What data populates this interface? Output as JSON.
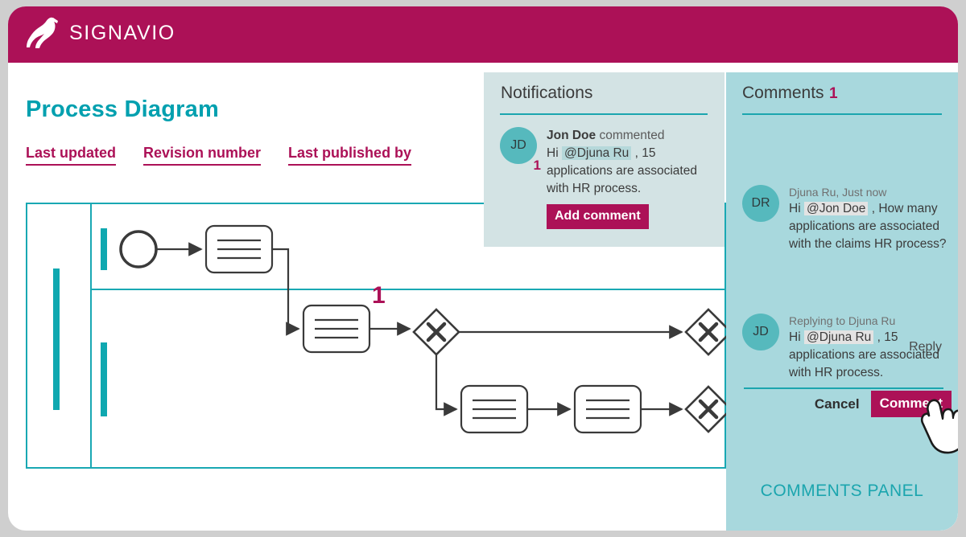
{
  "brand": {
    "name": "SIGNAVIO",
    "logo_icon": "gazelle-logo-icon",
    "primary_color": "#ac1157",
    "accent_color": "#00a0af"
  },
  "page": {
    "title": "Process Diagram",
    "meta_links": [
      {
        "label": "Last updated"
      },
      {
        "label": "Revision number"
      },
      {
        "label": "Last published by"
      }
    ]
  },
  "diagram": {
    "type": "bpmn",
    "annotation_badge": "1",
    "lanes": 2,
    "elements": [
      {
        "kind": "start-event"
      },
      {
        "kind": "task"
      },
      {
        "kind": "task",
        "badge": "1"
      },
      {
        "kind": "exclusive-gateway"
      },
      {
        "kind": "task"
      },
      {
        "kind": "task"
      },
      {
        "kind": "exclusive-gateway"
      },
      {
        "kind": "exclusive-gateway"
      }
    ]
  },
  "notifications": {
    "title": "Notifications",
    "item": {
      "avatar_initials": "JD",
      "badge": "1",
      "author": "Jon Doe",
      "verb": "commented",
      "text_before": "Hi",
      "mention": "@Djuna Ru",
      "text_after": ", 15 applications are associated with HR process."
    },
    "add_comment_label": "Add comment"
  },
  "comments": {
    "title": "Comments",
    "count": "1",
    "items": [
      {
        "avatar_initials": "DR",
        "meta": "Djuna Ru, Just now",
        "text_before": "Hi",
        "mention": "@Jon Doe",
        "text_after": ", How many applications are associated with the claims HR process?"
      },
      {
        "avatar_initials": "JD",
        "meta": "Replying to Djuna Ru",
        "text_before": "Hi",
        "mention": "@Djuna Ru",
        "text_after": ", 15 applications are associated with HR process."
      }
    ],
    "reply_label": "Reply",
    "cancel_label": "Cancel",
    "comment_label": "Comment",
    "footer_label": "COMMENTS PANEL",
    "cursor_icon": "pointing-hand-cursor-icon"
  }
}
